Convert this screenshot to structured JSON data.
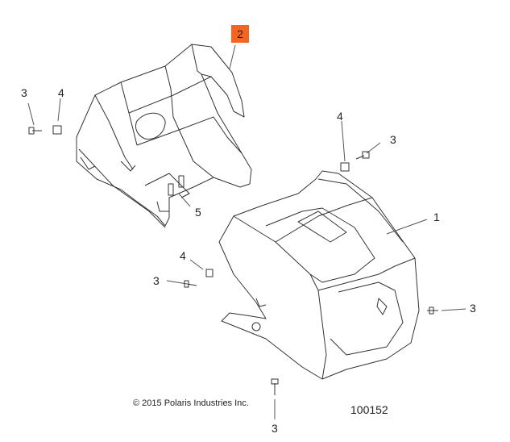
{
  "callouts": {
    "c2_top": "2",
    "c3_left": "3",
    "c4_left": "4",
    "c4_mid": "4",
    "c3_right_top": "3",
    "c1": "1",
    "c5": "5",
    "c4_low": "4",
    "c3_low": "3",
    "c3_right": "3",
    "c3_bottom": "3"
  },
  "copyright": "© 2015 Polaris Industries Inc.",
  "diagram_ref": "100152",
  "colors": {
    "highlight": "#f26522",
    "line": "#333333"
  }
}
